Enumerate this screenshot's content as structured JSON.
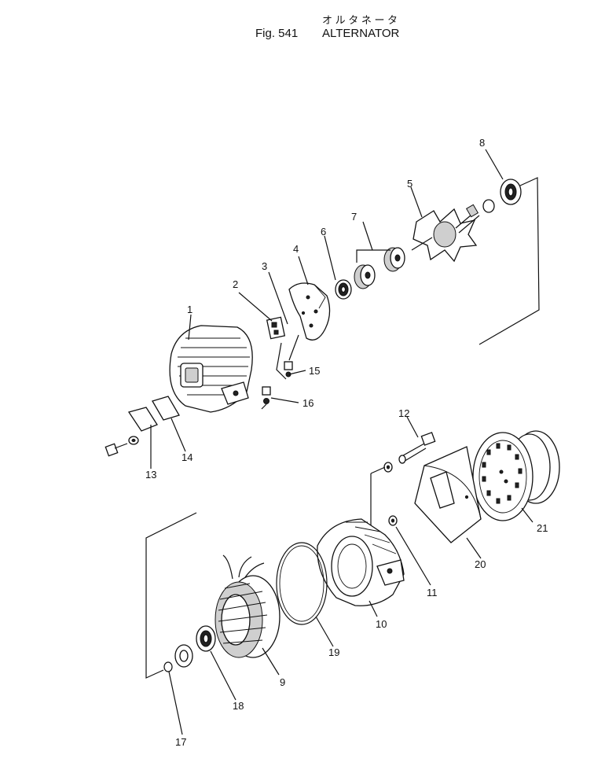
{
  "header": {
    "fig_label": "Fig. 541",
    "title_en": "ALTERNATOR",
    "title_jp": "オ ル タ ネ ー タ"
  },
  "callouts": [
    "1",
    "2",
    "3",
    "4",
    "5",
    "6",
    "7",
    "8",
    "9",
    "10",
    "11",
    "12",
    "13",
    "14",
    "15",
    "16",
    "17",
    "18",
    "19",
    "20",
    "21"
  ],
  "colors": {
    "ink": "#111111",
    "paper": "#ffffff",
    "shade": "#cfcfcf"
  }
}
